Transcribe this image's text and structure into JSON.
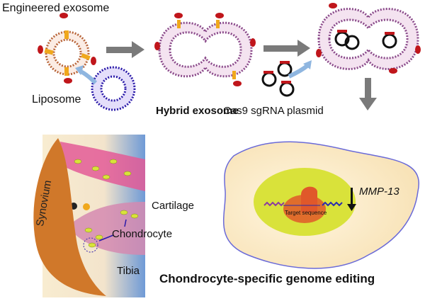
{
  "labels": {
    "engineered_exosome": "Engineered exosome",
    "liposome": "Liposome",
    "hybrid_exosome": "Hybrid exosome",
    "plasmid": "Cas9 sgRNA plasmid",
    "synovium": "Synovium",
    "cartilage": "Cartilage",
    "chondrocyte": "Chondrocyte",
    "tibia": "Tibia",
    "target_sequence": "Target sequence",
    "gene": "MMP-13",
    "title": "Chondrocyte-specific genome editing"
  },
  "colors": {
    "exosome_membrane": "#b8653a",
    "liposome_membrane": "#2a1aa8",
    "protein": "#c0161b",
    "process_arrow": "#7a7a7a",
    "fusion_arrow": "#8fb6e0",
    "synovium": "#d0782a",
    "cartilage": "#e35a96",
    "nucleus": "#d9e23a",
    "cell_membrane": "#6a6ad8"
  }
}
